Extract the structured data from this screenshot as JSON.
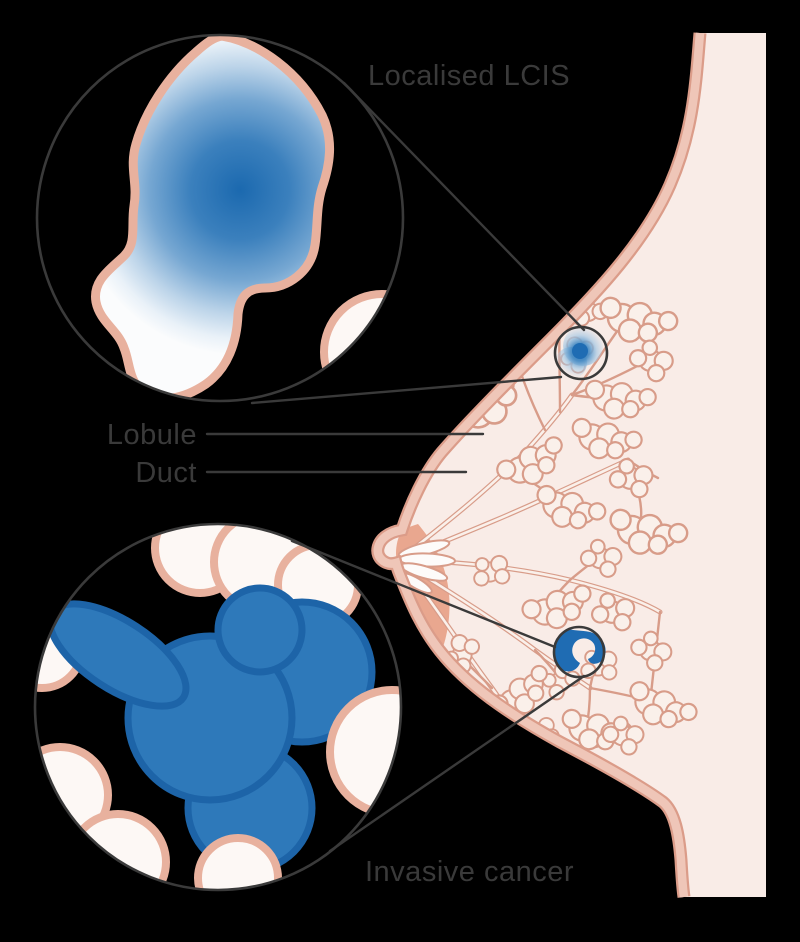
{
  "labels": {
    "localised_lcis": "Localised LCIS",
    "lobule": "Lobule",
    "duct": "Duct",
    "invasive_cancer": "Invasive cancer"
  },
  "palette": {
    "bg": "#000000",
    "ink": "#3a3a3a",
    "breastFill": "#f9ece7",
    "skinBand": "#efc6b8",
    "skinEdge": "#db9c89",
    "lobuleStroke": "#d89c89",
    "lobuleFill": "#faf0ea",
    "areola": "#e9a78f",
    "ductWhite": "#fdfbfa",
    "zoomLobuleFill": "#fdf8f5",
    "zoomLobuleStroke": "#e8b19e",
    "blueCore": "#1b69af",
    "blueMid1": "#3b80bd",
    "blueMid2": "#76a7d2",
    "blueFade1": "#bcd4e9",
    "blueFade2": "#e9f1f8",
    "blueFade3": "#fbfcfd",
    "invasiveFill": "#2e79ba",
    "invasiveEdge": "#1d64a8",
    "spotBlue": "#1f6cb3",
    "spotMid": "#4f90c6",
    "spotSoft": "#a8c9e4"
  }
}
